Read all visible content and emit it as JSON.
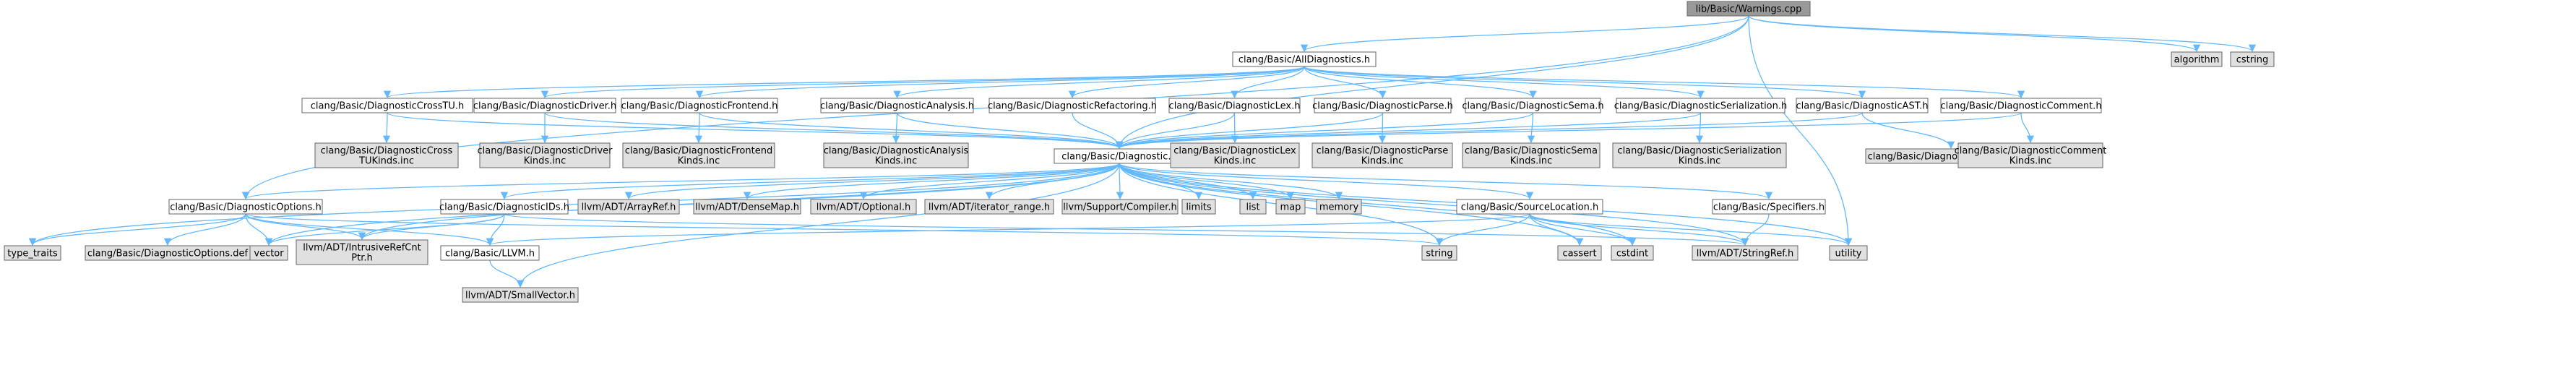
{
  "colors": {
    "edge": "#63b8ff",
    "border": "#666666",
    "root_fill": "#999999",
    "file_fill": "#ffffff",
    "external_fill": "#e0e0e0",
    "truncated_border": "#ff0000"
  },
  "nodes": [
    {
      "id": "root",
      "label": [
        "lib/Basic/Warnings.cpp"
      ],
      "kind": "root"
    },
    {
      "id": "alldiag",
      "label": [
        "clang/Basic/AllDiagnostics.h"
      ],
      "kind": "file"
    },
    {
      "id": "algorithm",
      "label": [
        "algorithm"
      ],
      "kind": "external"
    },
    {
      "id": "cstring",
      "label": [
        "cstring"
      ],
      "kind": "external"
    },
    {
      "id": "crosstu",
      "label": [
        "clang/Basic/DiagnosticCrossTU.h"
      ],
      "kind": "file"
    },
    {
      "id": "driver",
      "label": [
        "clang/Basic/DiagnosticDriver.h"
      ],
      "kind": "file"
    },
    {
      "id": "frontend",
      "label": [
        "clang/Basic/DiagnosticFrontend.h"
      ],
      "kind": "file"
    },
    {
      "id": "analysis",
      "label": [
        "clang/Basic/DiagnosticAnalysis.h"
      ],
      "kind": "file"
    },
    {
      "id": "refactoring",
      "label": [
        "clang/Basic/DiagnosticRefactoring.h"
      ],
      "kind": "truncated"
    },
    {
      "id": "lex",
      "label": [
        "clang/Basic/DiagnosticLex.h"
      ],
      "kind": "file"
    },
    {
      "id": "parse",
      "label": [
        "clang/Basic/DiagnosticParse.h"
      ],
      "kind": "file"
    },
    {
      "id": "sema",
      "label": [
        "clang/Basic/DiagnosticSema.h"
      ],
      "kind": "file"
    },
    {
      "id": "serialization",
      "label": [
        "clang/Basic/DiagnosticSerialization.h"
      ],
      "kind": "file"
    },
    {
      "id": "ast",
      "label": [
        "clang/Basic/DiagnosticAST.h"
      ],
      "kind": "file"
    },
    {
      "id": "comment",
      "label": [
        "clang/Basic/DiagnosticComment.h"
      ],
      "kind": "file"
    },
    {
      "id": "crosstu_inc",
      "label": [
        "clang/Basic/DiagnosticCross",
        "TUKinds.inc"
      ],
      "kind": "external"
    },
    {
      "id": "driver_inc",
      "label": [
        "clang/Basic/DiagnosticDriver",
        "Kinds.inc"
      ],
      "kind": "external"
    },
    {
      "id": "frontend_inc",
      "label": [
        "clang/Basic/DiagnosticFrontend",
        "Kinds.inc"
      ],
      "kind": "external"
    },
    {
      "id": "analysis_inc",
      "label": [
        "clang/Basic/DiagnosticAnalysis",
        "Kinds.inc"
      ],
      "kind": "external"
    },
    {
      "id": "diagnostic",
      "label": [
        "clang/Basic/Diagnostic.h"
      ],
      "kind": "file"
    },
    {
      "id": "lex_inc",
      "label": [
        "clang/Basic/DiagnosticLex",
        "Kinds.inc"
      ],
      "kind": "external"
    },
    {
      "id": "parse_inc",
      "label": [
        "clang/Basic/DiagnosticParse",
        "Kinds.inc"
      ],
      "kind": "external"
    },
    {
      "id": "sema_inc",
      "label": [
        "clang/Basic/DiagnosticSema",
        "Kinds.inc"
      ],
      "kind": "external"
    },
    {
      "id": "serialization_inc",
      "label": [
        "clang/Basic/DiagnosticSerialization",
        "Kinds.inc"
      ],
      "kind": "external"
    },
    {
      "id": "ast_inc",
      "label": [
        "clang/Basic/DiagnosticASTKinds.inc"
      ],
      "kind": "external"
    },
    {
      "id": "comment_inc",
      "label": [
        "clang/Basic/DiagnosticComment",
        "Kinds.inc"
      ],
      "kind": "external"
    },
    {
      "id": "options",
      "label": [
        "clang/Basic/DiagnosticOptions.h"
      ],
      "kind": "file"
    },
    {
      "id": "ids",
      "label": [
        "clang/Basic/DiagnosticIDs.h"
      ],
      "kind": "truncated"
    },
    {
      "id": "arrayref",
      "label": [
        "llvm/ADT/ArrayRef.h"
      ],
      "kind": "external"
    },
    {
      "id": "densemap",
      "label": [
        "llvm/ADT/DenseMap.h"
      ],
      "kind": "external"
    },
    {
      "id": "optional",
      "label": [
        "llvm/ADT/Optional.h"
      ],
      "kind": "external"
    },
    {
      "id": "iterrange",
      "label": [
        "llvm/ADT/iterator_range.h"
      ],
      "kind": "external"
    },
    {
      "id": "compiler",
      "label": [
        "llvm/Support/Compiler.h"
      ],
      "kind": "external"
    },
    {
      "id": "limits",
      "label": [
        "limits"
      ],
      "kind": "external"
    },
    {
      "id": "list",
      "label": [
        "list"
      ],
      "kind": "external"
    },
    {
      "id": "map",
      "label": [
        "map"
      ],
      "kind": "external"
    },
    {
      "id": "memory",
      "label": [
        "memory"
      ],
      "kind": "external"
    },
    {
      "id": "sourceloc",
      "label": [
        "clang/Basic/SourceLocation.h"
      ],
      "kind": "file"
    },
    {
      "id": "specifiers",
      "label": [
        "clang/Basic/Specifiers.h"
      ],
      "kind": "truncated"
    },
    {
      "id": "type_traits",
      "label": [
        "type_traits"
      ],
      "kind": "external"
    },
    {
      "id": "options_def",
      "label": [
        "clang/Basic/DiagnosticOptions.def"
      ],
      "kind": "external"
    },
    {
      "id": "vector",
      "label": [
        "vector"
      ],
      "kind": "external"
    },
    {
      "id": "intrusive",
      "label": [
        "llvm/ADT/IntrusiveRefCnt",
        "Ptr.h"
      ],
      "kind": "external"
    },
    {
      "id": "llvmh",
      "label": [
        "clang/Basic/LLVM.h"
      ],
      "kind": "truncated"
    },
    {
      "id": "string",
      "label": [
        "string"
      ],
      "kind": "external"
    },
    {
      "id": "cassert",
      "label": [
        "cassert"
      ],
      "kind": "external"
    },
    {
      "id": "cstdint",
      "label": [
        "cstdint"
      ],
      "kind": "external"
    },
    {
      "id": "stringref",
      "label": [
        "llvm/ADT/StringRef.h"
      ],
      "kind": "external"
    },
    {
      "id": "utility",
      "label": [
        "utility"
      ],
      "kind": "external"
    },
    {
      "id": "smallvector",
      "label": [
        "llvm/ADT/SmallVector.h"
      ],
      "kind": "external"
    }
  ],
  "edges": [
    [
      "root",
      "alldiag"
    ],
    [
      "root",
      "algorithm"
    ],
    [
      "root",
      "cstring"
    ],
    [
      "root",
      "options"
    ],
    [
      "root",
      "diagnostic"
    ],
    [
      "root",
      "utility"
    ],
    [
      "alldiag",
      "crosstu"
    ],
    [
      "alldiag",
      "driver"
    ],
    [
      "alldiag",
      "frontend"
    ],
    [
      "alldiag",
      "analysis"
    ],
    [
      "alldiag",
      "refactoring"
    ],
    [
      "alldiag",
      "lex"
    ],
    [
      "alldiag",
      "parse"
    ],
    [
      "alldiag",
      "sema"
    ],
    [
      "alldiag",
      "serialization"
    ],
    [
      "alldiag",
      "ast"
    ],
    [
      "alldiag",
      "comment"
    ],
    [
      "crosstu",
      "crosstu_inc"
    ],
    [
      "crosstu",
      "diagnostic"
    ],
    [
      "driver",
      "driver_inc"
    ],
    [
      "driver",
      "diagnostic"
    ],
    [
      "frontend",
      "frontend_inc"
    ],
    [
      "frontend",
      "diagnostic"
    ],
    [
      "analysis",
      "analysis_inc"
    ],
    [
      "analysis",
      "diagnostic"
    ],
    [
      "refactoring",
      "diagnostic"
    ],
    [
      "lex",
      "lex_inc"
    ],
    [
      "lex",
      "diagnostic"
    ],
    [
      "parse",
      "parse_inc"
    ],
    [
      "parse",
      "diagnostic"
    ],
    [
      "sema",
      "sema_inc"
    ],
    [
      "sema",
      "diagnostic"
    ],
    [
      "serialization",
      "serialization_inc"
    ],
    [
      "serialization",
      "diagnostic"
    ],
    [
      "ast",
      "ast_inc"
    ],
    [
      "ast",
      "diagnostic"
    ],
    [
      "comment",
      "comment_inc"
    ],
    [
      "comment",
      "diagnostic"
    ],
    [
      "diagnostic",
      "options"
    ],
    [
      "diagnostic",
      "ids"
    ],
    [
      "diagnostic",
      "arrayref"
    ],
    [
      "diagnostic",
      "densemap"
    ],
    [
      "diagnostic",
      "optional"
    ],
    [
      "diagnostic",
      "iterrange"
    ],
    [
      "diagnostic",
      "compiler"
    ],
    [
      "diagnostic",
      "limits"
    ],
    [
      "diagnostic",
      "list"
    ],
    [
      "diagnostic",
      "map"
    ],
    [
      "diagnostic",
      "memory"
    ],
    [
      "diagnostic",
      "sourceloc"
    ],
    [
      "diagnostic",
      "specifiers"
    ],
    [
      "diagnostic",
      "type_traits"
    ],
    [
      "diagnostic",
      "vector"
    ],
    [
      "diagnostic",
      "intrusive"
    ],
    [
      "diagnostic",
      "string"
    ],
    [
      "diagnostic",
      "cassert"
    ],
    [
      "diagnostic",
      "cstdint"
    ],
    [
      "diagnostic",
      "stringref"
    ],
    [
      "diagnostic",
      "utility"
    ],
    [
      "diagnostic",
      "smallvector"
    ],
    [
      "options",
      "type_traits"
    ],
    [
      "options",
      "options_def"
    ],
    [
      "options",
      "vector"
    ],
    [
      "options",
      "intrusive"
    ],
    [
      "options",
      "llvmh"
    ],
    [
      "options",
      "string"
    ],
    [
      "ids",
      "vector"
    ],
    [
      "ids",
      "intrusive"
    ],
    [
      "ids",
      "llvmh"
    ],
    [
      "ids",
      "stringref"
    ],
    [
      "llvmh",
      "smallvector"
    ],
    [
      "sourceloc",
      "llvmh"
    ],
    [
      "sourceloc",
      "string"
    ],
    [
      "sourceloc",
      "cassert"
    ],
    [
      "sourceloc",
      "cstdint"
    ],
    [
      "sourceloc",
      "stringref"
    ],
    [
      "sourceloc",
      "utility"
    ],
    [
      "specifiers",
      "stringref"
    ]
  ]
}
